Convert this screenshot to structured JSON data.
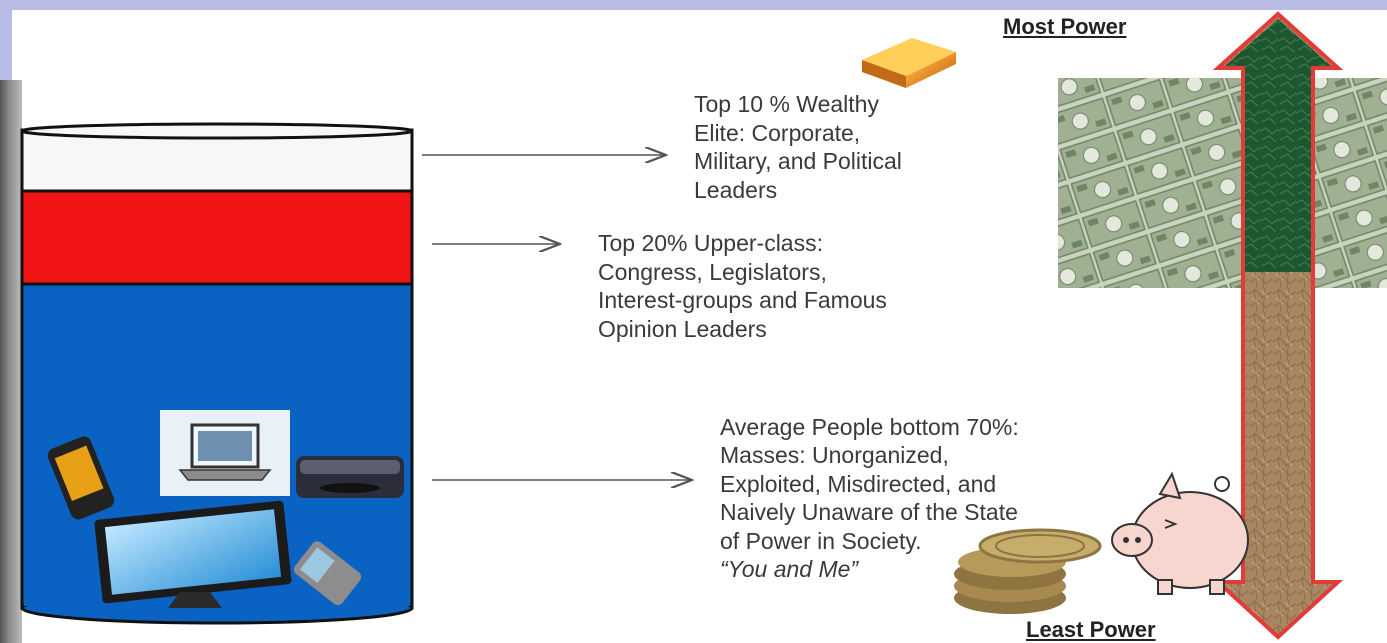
{
  "labels": {
    "most_power": "Most Power",
    "least_power": "Least Power",
    "tier_top10": "Top 10 % Wealthy\nElite: Corporate,\nMilitary, and Political\nLeaders",
    "tier_top20": "Top 20% Upper-class:\nCongress, Legislators,\nInterest-groups and Famous\nOpinion Leaders",
    "tier_bottom70": "Average People bottom 70%:\nMasses: Unorganized,\nExploited, Misdirected, and\nNaively Unaware of the State\nof Power in Society.",
    "tier_bottom70_quote": "“You and Me”"
  },
  "colors": {
    "band_white": "#f7f7f7",
    "band_red": "#f01414",
    "band_blue": "#0a62c2",
    "arrow_green": "#1f5a2c",
    "arrow_brown": "#9a7a58",
    "arrow_outline": "#e33a3a",
    "money": "#a3b596",
    "gold": "#e8992a",
    "coin": "#b59a5a",
    "pig": "#f8d6d0"
  },
  "icons": {
    "gold_bar": "gold-bar-icon",
    "money_pile": "money-pile-icon",
    "coin_stack": "coin-stack-icon",
    "piggy_bank": "piggy-bank-icon",
    "phone": "smartphone-icon",
    "laptop": "laptop-icon",
    "printer": "printer-icon",
    "monitor": "monitor-icon",
    "mobile": "mobile-phone-icon"
  }
}
